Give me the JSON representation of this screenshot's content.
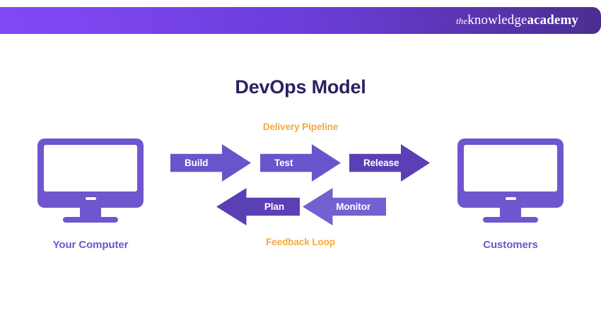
{
  "header": {
    "brand": {
      "the": "the",
      "knowledge": "knowledge",
      "academy": "academy"
    },
    "gradient_from": "#8148F5",
    "gradient_to": "#4B2E92"
  },
  "title": "DevOps Model",
  "title_color": "#2B2160",
  "captions": {
    "delivery_pipeline": "Delivery Pipeline",
    "feedback_loop": "Feedback Loop",
    "color": "#F5A93B"
  },
  "endpoints": {
    "left": {
      "label": "Your Computer",
      "icon": "monitor-icon",
      "color": "#6F56CE"
    },
    "right": {
      "label": "Customers",
      "icon": "monitor-icon",
      "color": "#6F56CE"
    }
  },
  "pipeline_arrows": [
    {
      "label": "Build",
      "direction": "right",
      "color": "#6A54CB"
    },
    {
      "label": "Test",
      "direction": "right",
      "color": "#6A54CB"
    },
    {
      "label": "Release",
      "direction": "right",
      "color": "#5B3FB5"
    }
  ],
  "feedback_arrows": [
    {
      "label": "Plan",
      "direction": "left",
      "color": "#5B3FB5"
    },
    {
      "label": "Monitor",
      "direction": "left",
      "color": "#7460D0"
    }
  ]
}
